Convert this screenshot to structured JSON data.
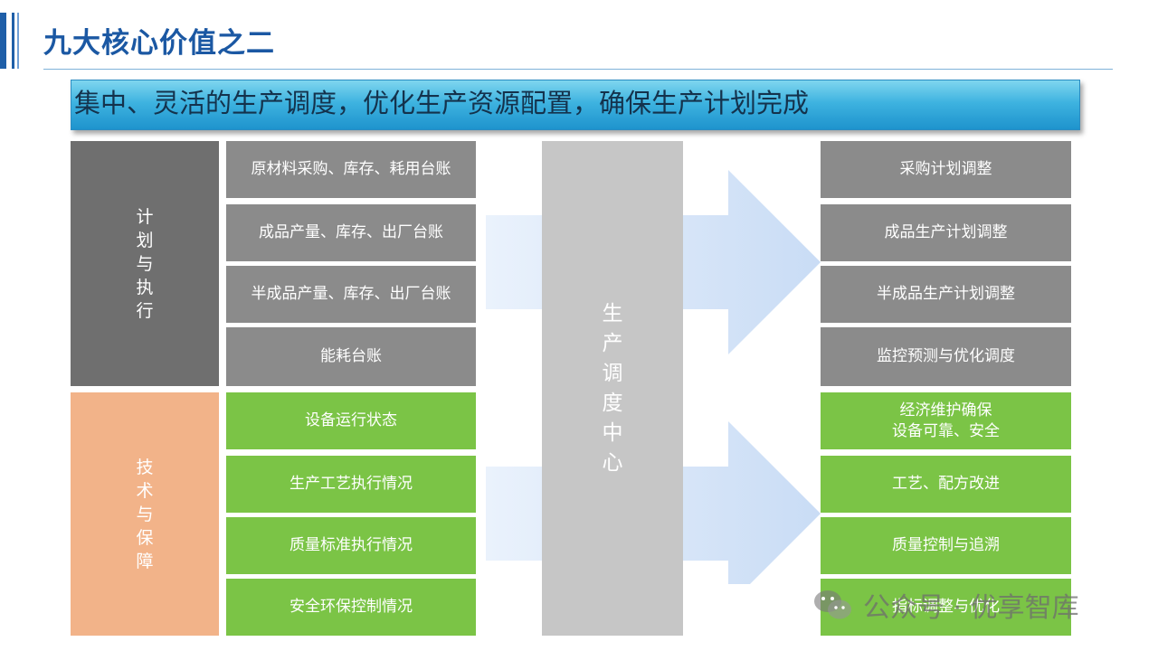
{
  "header": {
    "title": "九大核心价值之二"
  },
  "banner": {
    "text": "集中、灵活的生产调度，优化生产资源配置，确保生产计划完成"
  },
  "categories": [
    {
      "label": "计\n划\n与\n执\n行"
    },
    {
      "label": "技\n术\n与\n保\n障"
    }
  ],
  "left_items": [
    "原材料采购、库存、耗用台账",
    "成品产量、库存、出厂台账",
    "半成品产量、库存、出厂台账",
    "能耗台账",
    "设备运行状态",
    "生产工艺执行情况",
    "质量标准执行情况",
    "安全环保控制情况"
  ],
  "center": {
    "label": "生\n产\n调\n度\n中\n心"
  },
  "right_items": [
    "采购计划调整",
    "成品生产计划调整",
    "半成品生产计划调整",
    "监控预测与优化调度",
    "经济维护确保\n设备可靠、安全",
    "工艺、配方改进",
    "质量控制与追溯",
    "指标调整与优化"
  ],
  "watermark": {
    "text": "公众号 · 优享智库"
  },
  "colors": {
    "title_blue": "#1b58a3",
    "plan_block": "#6f6f6f",
    "tech_block": "#f2b389",
    "gray_item": "#8b8b8b",
    "green_item": "#7bc446",
    "center_block": "#c6c6c6",
    "arrow": "#cfe0f6"
  }
}
